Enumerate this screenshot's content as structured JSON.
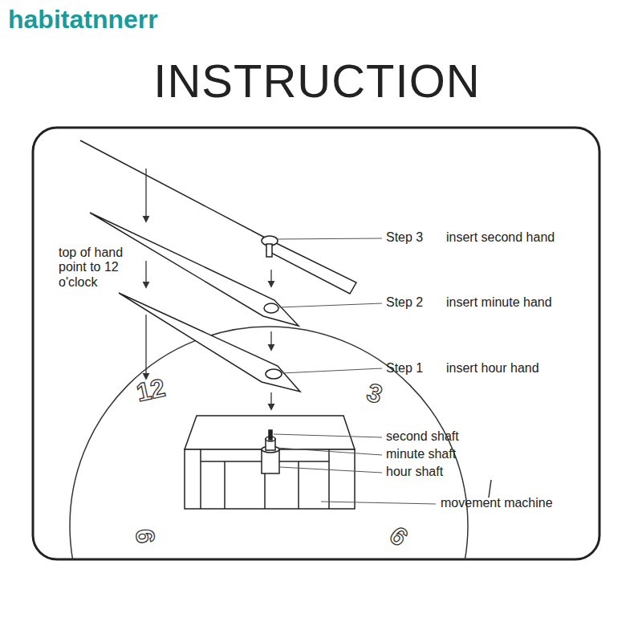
{
  "diagram": {
    "title": "INSTRUCTION",
    "labels": [
      "habitatnnerr",
      "top of hand point to 12 o'clock",
      "Step 3",
      "insert second hand",
      "Step 2",
      "insert minute hand",
      "Step 1",
      "insert hour hand",
      "second shaft",
      "minute shaft",
      "hour shaft",
      "movement machine",
      "12",
      "3",
      "9",
      "6"
    ]
  }
}
